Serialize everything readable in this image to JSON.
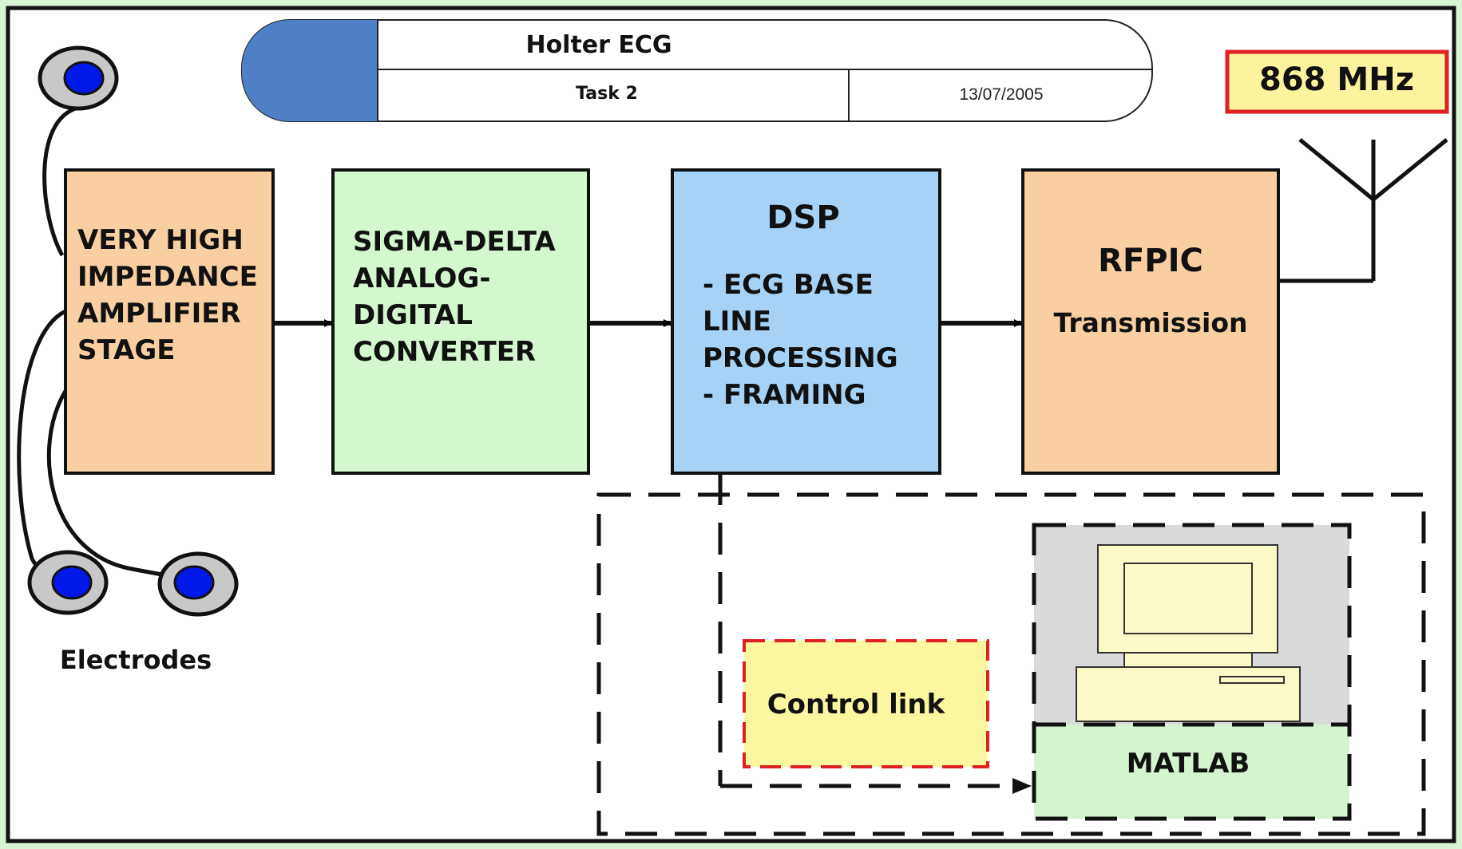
{
  "header": {
    "title": "Holter ECG",
    "task": "Task 2",
    "date": "13/07/2005"
  },
  "frequency": "868 MHz",
  "blocks": {
    "amplifier": [
      "VERY HIGH",
      "IMPEDANCE",
      "AMPLIFIER",
      "STAGE"
    ],
    "adc": [
      "SIGMA-DELTA",
      "ANALOG-",
      "DIGITAL",
      "CONVERTER"
    ],
    "dsp": {
      "title": "DSP",
      "lines": [
        "- ECG BASE",
        "LINE",
        "PROCESSING",
        "- FRAMING"
      ]
    },
    "rfpic": {
      "title": "RFPIC",
      "subtitle": "Transmission"
    }
  },
  "electrodes_label": "Electrodes",
  "control_link": "Control link",
  "matlab": "MATLAB",
  "colors": {
    "background": "#d8f3d4",
    "amplifier": "#f9cfa1",
    "adc": "#d4f7cf",
    "dsp": "#a6d2f6",
    "rfpic": "#f9cfa1",
    "header_accent": "#4f7fc4",
    "frequency_box": "#fbf39d",
    "frequency_border": "#e02020",
    "control_link_box": "#fbf7a1",
    "control_link_border": "#e02020",
    "matlab_box": "#d4f3cf",
    "computer_bg": "#dadada",
    "computer_body": "#fbf9c6",
    "electrode_outer": "#c8c8c8",
    "electrode_inner": "#0018e8"
  }
}
